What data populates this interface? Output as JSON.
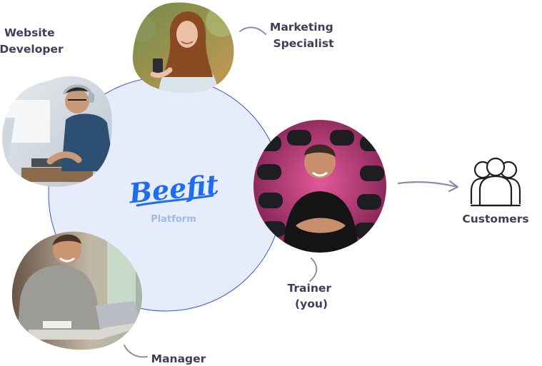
{
  "platform": {
    "brand": "Beefit",
    "subtitle": "Platform"
  },
  "roles": {
    "website_developer": [
      "Website",
      "Developer"
    ],
    "marketing_specialist": [
      "Marketing",
      "Specialist"
    ],
    "trainer": [
      "Trainer",
      "(you)"
    ],
    "manager": "Manager"
  },
  "customers": {
    "label": "Customers",
    "icon": "users-group-icon"
  },
  "colors": {
    "platform_fill": "#e7ecfb",
    "platform_stroke": "#3657d6",
    "brand_blue": "#1f6cf0",
    "text": "#3d3f5a",
    "connector": "#8a8fae"
  }
}
